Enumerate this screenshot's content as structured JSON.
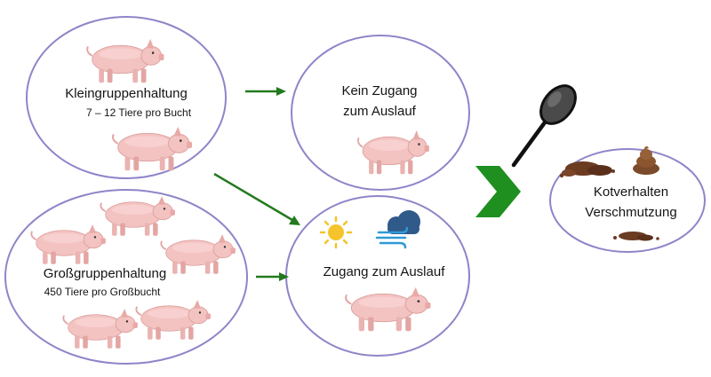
{
  "nodes": {
    "small_group": {
      "title": "Kleingruppenhaltung",
      "subtitle": "7 – 12 Tiere pro Bucht"
    },
    "large_group": {
      "title": "Großgruppenhaltung",
      "subtitle": "450 Tiere pro Großbucht"
    },
    "no_access": {
      "line1": "Kein Zugang",
      "line2": "zum Auslauf"
    },
    "access": {
      "title": "Zugang zum Auslauf"
    },
    "outcome": {
      "line1": "Kotverhalten",
      "line2": "Verschmutzung"
    }
  },
  "icons": [
    "pig-icon",
    "sun-icon",
    "wind-cloud-icon",
    "magnifier-icon",
    "manure-icon",
    "chevron-right-icon"
  ],
  "colors": {
    "ellipse_stroke": "#8e85c9",
    "arrow": "#237a1e",
    "chevron": "#1f8f1f",
    "pig_body": "#f3c3c1",
    "manure": "#6b3b22"
  }
}
